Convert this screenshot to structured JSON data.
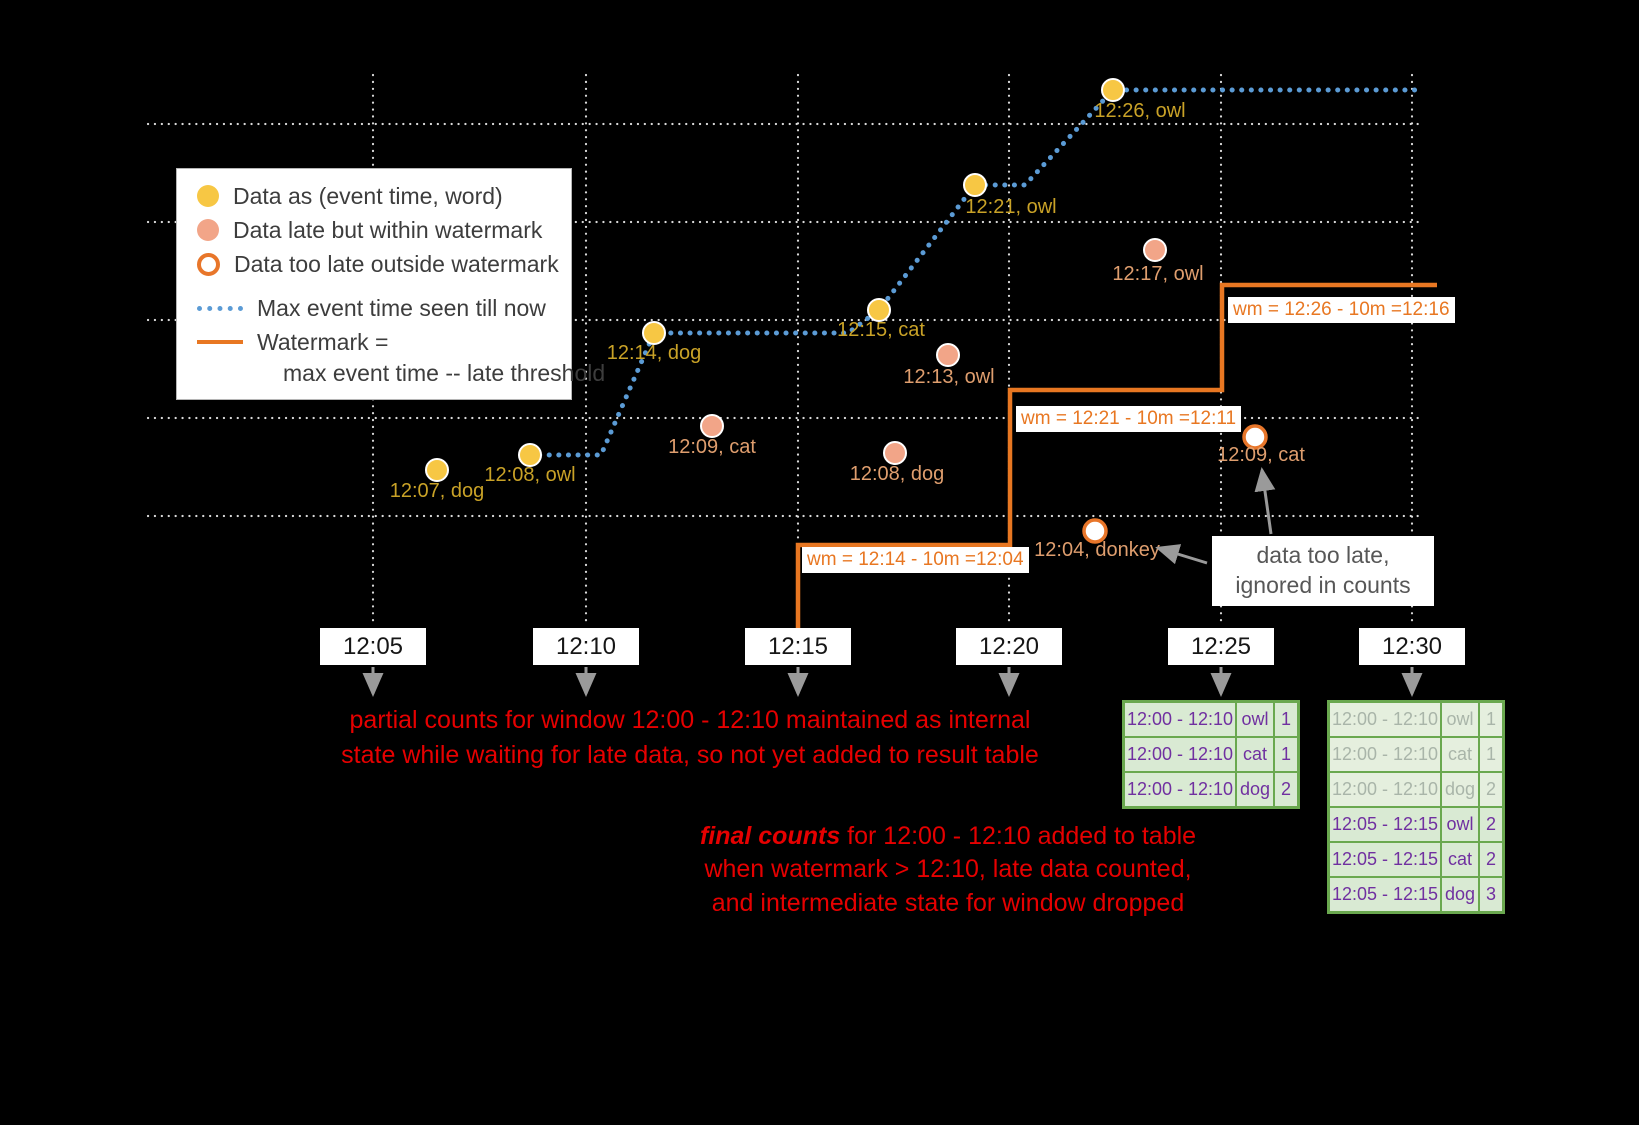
{
  "legend": {
    "data_on_time": "Data as (event time, word)",
    "data_late": "Data late but within watermark",
    "data_too_late": "Data too late outside watermark",
    "max_event": "Max event time seen till now",
    "watermark_line1": "Watermark =",
    "watermark_line2": "max event time -- late threshold"
  },
  "axis_ticks": [
    "12:05",
    "12:10",
    "12:15",
    "12:20",
    "12:25",
    "12:30"
  ],
  "points": {
    "on_time": [
      {
        "label": "12:07, dog"
      },
      {
        "label": "12:08, owl"
      },
      {
        "label": "12:14, dog"
      },
      {
        "label": "12:15, cat"
      },
      {
        "label": "12:21, owl"
      },
      {
        "label": "12:26, owl"
      }
    ],
    "late": [
      {
        "label": "12:09, cat"
      },
      {
        "label": "12:08, dog"
      },
      {
        "label": "12:13, owl"
      },
      {
        "label": "12:17, owl"
      }
    ],
    "too_late": [
      {
        "label": "12:04, donkey"
      },
      {
        "label": "12:09, cat"
      }
    ]
  },
  "watermarks": [
    {
      "label": "wm = 12:14 - 10m =12:04"
    },
    {
      "label": "wm = 12:21 - 10m =12:11"
    },
    {
      "label": "wm = 12:26 - 10m =12:16"
    }
  ],
  "annotations": {
    "partial_line1": "partial counts for window 12:00 - 12:10 maintained as internal",
    "partial_line2": "state while waiting for late data, so not yet added  to result table",
    "final_emphasis": "final counts",
    "final_line1_rest": " for 12:00 - 12:10 added to table",
    "final_line2": "when watermark > 12:10, late data counted,",
    "final_line3": "and intermediate state for window dropped",
    "too_late_line1": "data too late,",
    "too_late_line2": "ignored in counts"
  },
  "result_tables": {
    "at_1225": {
      "rows": [
        {
          "window": "12:00 - 12:10",
          "word": "owl",
          "count": "1"
        },
        {
          "window": "12:00 - 12:10",
          "word": "cat",
          "count": "1"
        },
        {
          "window": "12:00 - 12:10",
          "word": "dog",
          "count": "2"
        }
      ]
    },
    "at_1230": {
      "rows": [
        {
          "window": "12:00 - 12:10",
          "word": "owl",
          "count": "1"
        },
        {
          "window": "12:00 - 12:10",
          "word": "cat",
          "count": "1"
        },
        {
          "window": "12:00 - 12:10",
          "word": "dog",
          "count": "2"
        },
        {
          "window": "12:05 - 12:15",
          "word": "owl",
          "count": "2"
        },
        {
          "window": "12:05 - 12:15",
          "word": "cat",
          "count": "2"
        },
        {
          "window": "12:05 - 12:15",
          "word": "dog",
          "count": "3"
        }
      ]
    }
  },
  "colors": {
    "on_time": "#f7c744",
    "late": "#f2a588",
    "too_late_ring": "#e8762a",
    "max_event_line": "#5b9bd5",
    "watermark_line": "#e87722",
    "annotation_red": "#e60000",
    "table_text": "#7030a0",
    "table_border": "#6aa84f",
    "table_bg": "#d9ead3"
  }
}
